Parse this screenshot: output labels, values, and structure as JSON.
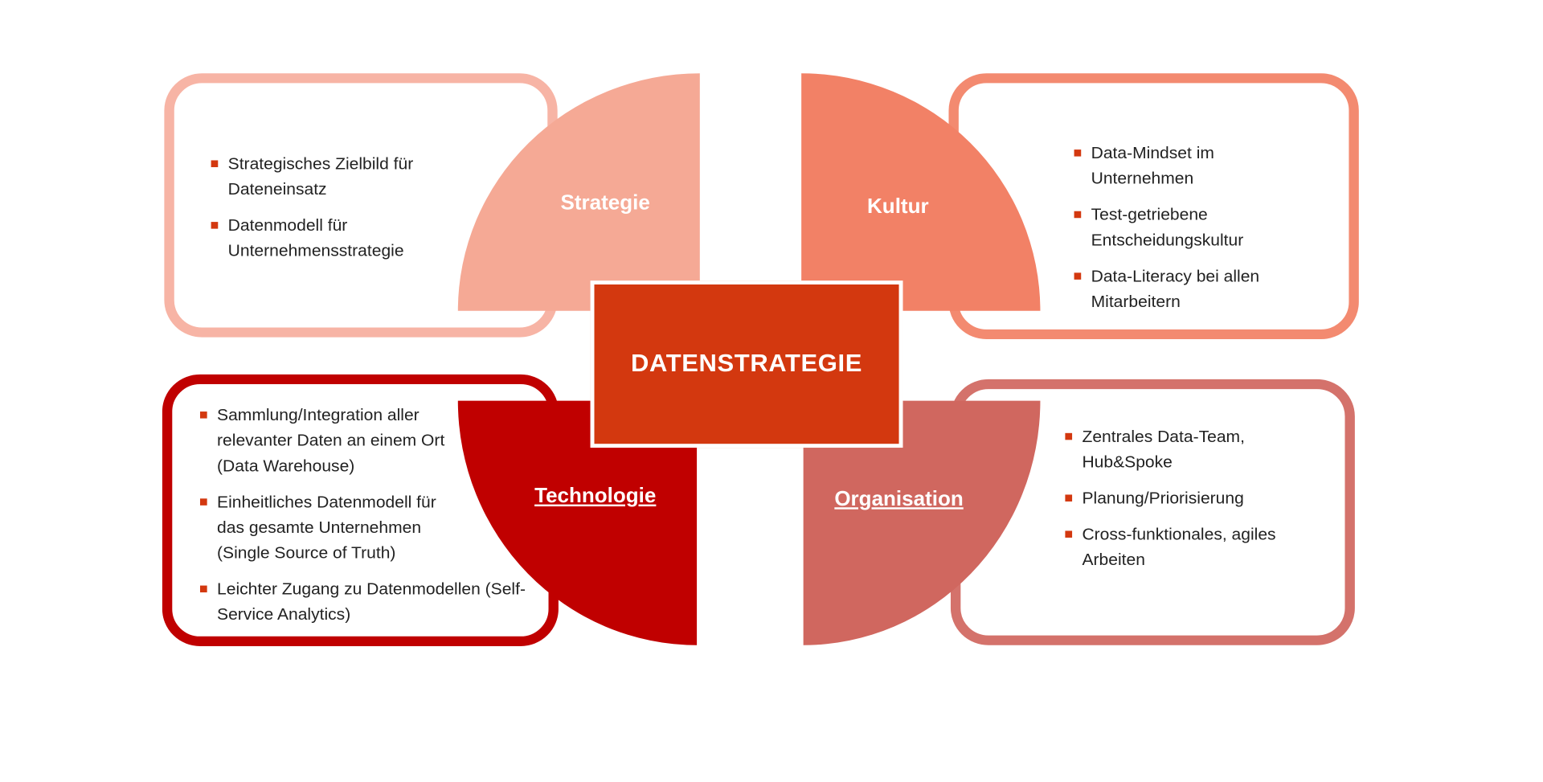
{
  "title": "DATENSTRATEGIE",
  "colors": {
    "strategie": "#f5a995",
    "kultur": "#f28166",
    "technologie": "#c00000",
    "organisation": "#d0675f",
    "center": "#d3380f"
  },
  "quadrants": {
    "strategie": {
      "label": "Strategie",
      "items": [
        "Strategisches Zielbild für Dateneinsatz",
        "Datenmodell für Unternehmensstrategie"
      ]
    },
    "kultur": {
      "label": "Kultur",
      "items": [
        "Data-Mindset im Unternehmen",
        "Test-getriebene Entscheidungskultur",
        "Data-Literacy bei allen Mitarbeitern"
      ]
    },
    "technologie": {
      "label": "Technologie",
      "items": [
        "Sammlung/Integration aller relevanter Daten an einem Ort (Data Warehouse)",
        "Einheitliches Datenmodell für das gesamte Unternehmen (Single Source of Truth)",
        "Leichter Zugang zu Datenmodellen (Self-Service Analytics)"
      ]
    },
    "organisation": {
      "label": "Organisation",
      "items": [
        "Zentrales Data-Team, Hub&Spoke",
        "Planung/Priorisierung",
        "Cross-funktionales, agiles Arbeiten"
      ]
    }
  }
}
